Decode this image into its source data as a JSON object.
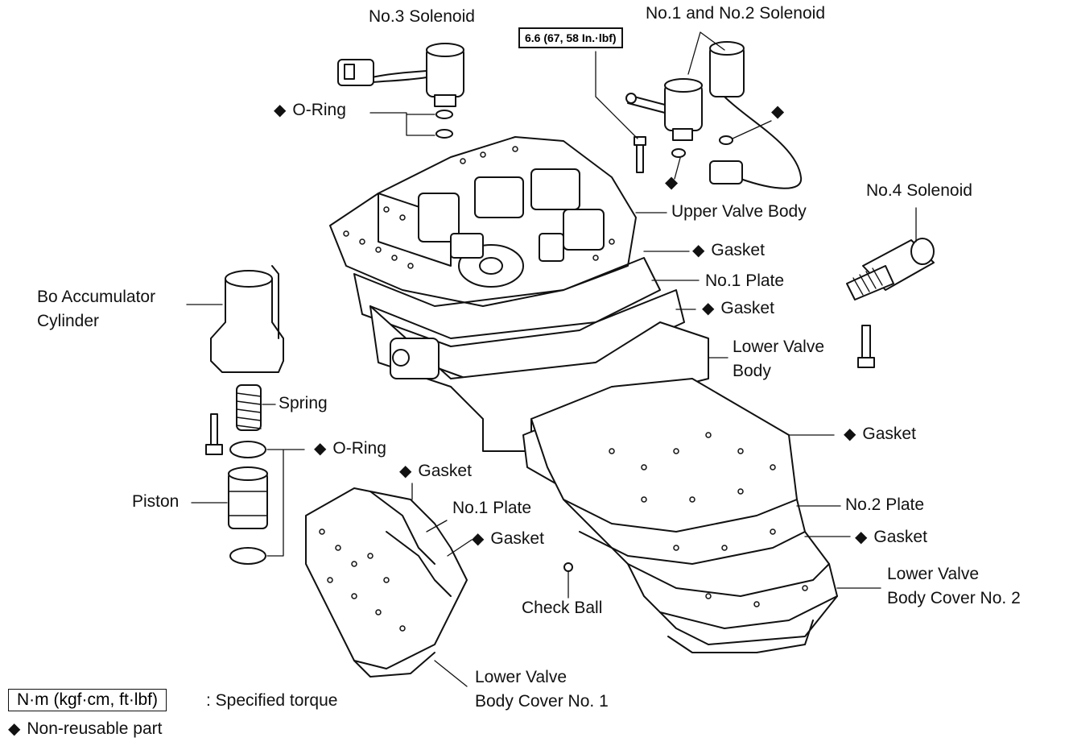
{
  "labels": {
    "no3_solenoid": "No.3 Solenoid",
    "no1_no2_solenoid": "No.1 and No.2 Solenoid",
    "torque_spec": "6.6 (67, 58 In.·lbf)",
    "oring_top": "O-Ring",
    "no4_solenoid": "No.4 Solenoid",
    "upper_valve_body": "Upper Valve Body",
    "gasket_1": "Gasket",
    "no1_plate_upper": "No.1 Plate",
    "gasket_2": "Gasket",
    "lower_valve_body_l1": "Lower Valve",
    "lower_valve_body_l2": "Body",
    "bo_accumulator_l1": "Bo Accumulator",
    "bo_accumulator_l2": "Cylinder",
    "spring": "Spring",
    "oring_mid": "O-Ring",
    "gasket_3": "Gasket",
    "gasket_4": "Gasket",
    "piston": "Piston",
    "no1_plate_lower": "No.1 Plate",
    "gasket_5": "Gasket",
    "no2_plate": "No.2 Plate",
    "gasket_6": "Gasket",
    "lvb_cover2_l1": "Lower Valve",
    "lvb_cover2_l2": "Body Cover No. 2",
    "check_ball": "Check Ball",
    "lvb_cover1_l1": "Lower Valve",
    "lvb_cover1_l2": "Body Cover No. 1"
  },
  "legend": {
    "torque_unit": "N·m (kgf·cm, ft·lbf)",
    "torque_desc": ": Specified torque",
    "nonreusable": "Non-reusable part"
  },
  "symbols": {
    "diamond": "◆"
  }
}
